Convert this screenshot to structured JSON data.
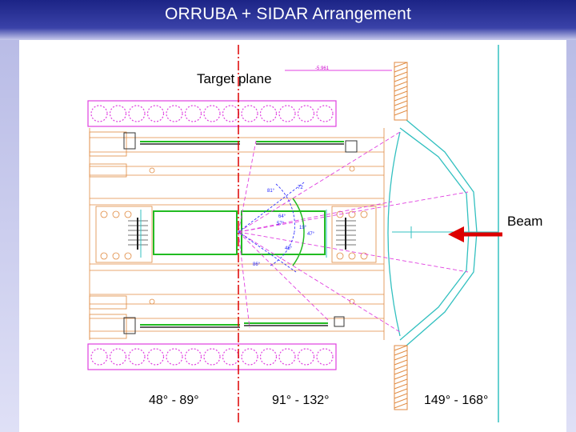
{
  "title": "ORRUBA + SIDAR Arrangement",
  "labels": {
    "target_plane": "Target plane",
    "beam": "Beam",
    "dimension": "-5.961"
  },
  "angle_ranges": [
    "48° - 89°",
    "91° - 132°",
    "149° - 168°"
  ],
  "angle_marks": [
    "81°",
    "72",
    "64°",
    "57°",
    "19°",
    "47°",
    "48°",
    "86°"
  ],
  "colors": {
    "title_bar": "#1c2486",
    "background": "#d4d6f2",
    "target_line": "#dd0000",
    "beam_arrow": "#dd0000",
    "detector_pink": "#e040e0",
    "detector_green": "#22bb22",
    "frame_orange": "#e08a40",
    "angle_blue": "#3333ff",
    "chamber_cyan": "#33c0c0"
  }
}
